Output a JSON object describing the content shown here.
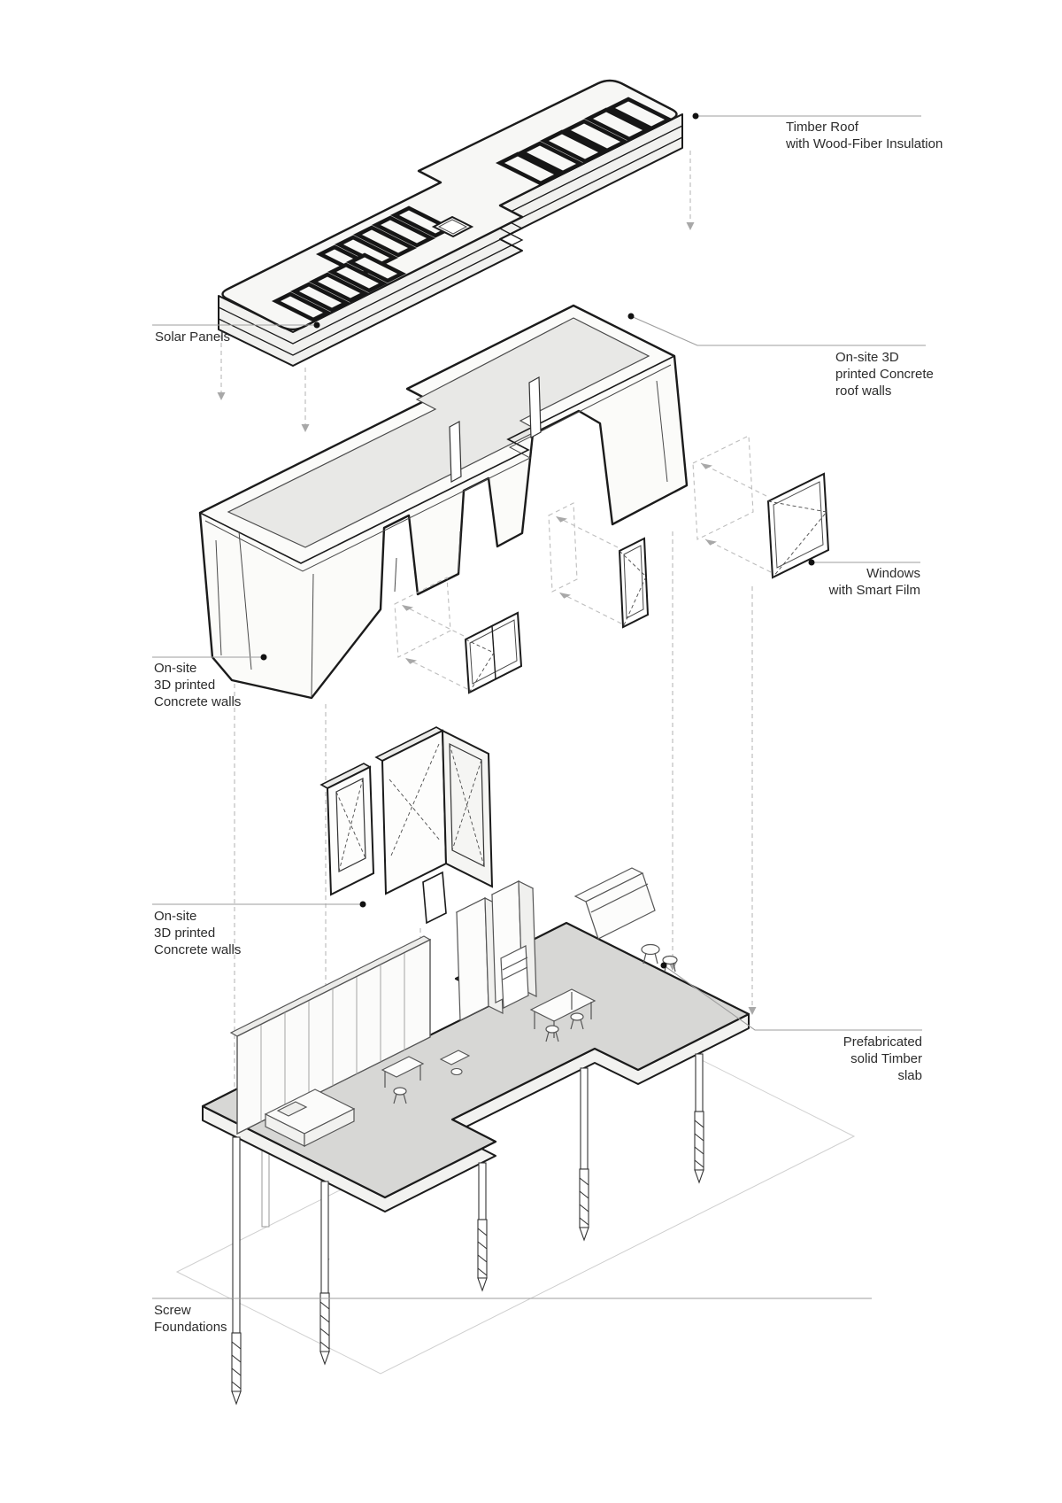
{
  "diagram": {
    "type": "exploded-axonometric-building-diagram",
    "labels": {
      "timber_roof": {
        "lines": [
          "Timber Roof",
          "with Wood-Fiber Insulation"
        ],
        "align": "left"
      },
      "solar_panels": {
        "lines": [
          "Solar Panels"
        ],
        "align": "left"
      },
      "roof_walls": {
        "lines": [
          "On-site 3D",
          "printed Concrete",
          "roof walls"
        ],
        "align": "left"
      },
      "windows": {
        "lines": [
          "Windows",
          "with Smart Film"
        ],
        "align": "right"
      },
      "concrete_walls_upper": {
        "lines": [
          "On-site",
          "3D printed",
          "Concrete walls"
        ],
        "align": "left"
      },
      "concrete_walls_lower": {
        "lines": [
          "On-site",
          "3D printed",
          "Concrete walls"
        ],
        "align": "left"
      },
      "timber_slab": {
        "lines": [
          "Prefabricated",
          "solid Timber",
          "slab"
        ],
        "align": "right"
      },
      "screw_foundations": {
        "lines": [
          "Screw",
          "Foundations"
        ],
        "align": "left"
      }
    },
    "colors": {
      "ink": "#1b1b1b",
      "leader": "#9e9e9e",
      "dash": "#bdbdbd",
      "slab_grey": "#d7d7d5",
      "surface": "#f6f6f4",
      "tub_grey": "#e8e8e6",
      "panel_frame": "#161616",
      "label_text": "#2c2c2c"
    }
  }
}
